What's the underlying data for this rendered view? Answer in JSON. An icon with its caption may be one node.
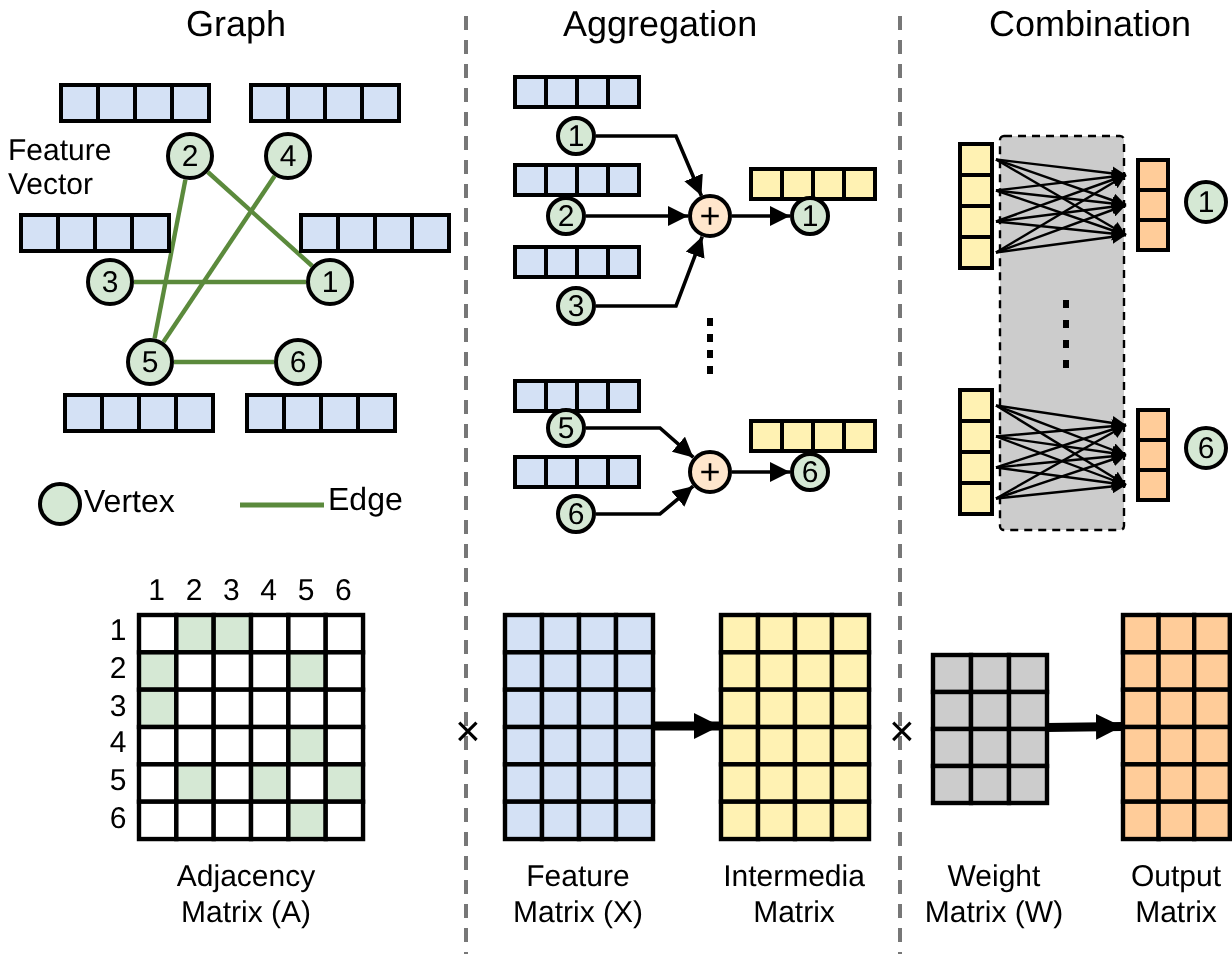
{
  "diagram": {
    "nodes": [
      {
        "text": [
          "2"
        ]
      },
      {
        "text": [
          "4"
        ]
      },
      {
        "text": [
          "3"
        ]
      },
      {
        "text": [
          "1"
        ]
      },
      {
        "text": [
          "5"
        ]
      },
      {
        "text": [
          "6"
        ]
      },
      {
        "text": [
          "1"
        ]
      },
      {
        "text": [
          "2"
        ]
      },
      {
        "text": [
          "3"
        ]
      },
      {
        "text": [
          "+"
        ]
      },
      {
        "text": [
          "1"
        ]
      },
      {
        "text": [
          "5"
        ]
      },
      {
        "text": [
          "6"
        ]
      },
      {
        "text": [
          "+"
        ]
      },
      {
        "text": [
          "6"
        ]
      },
      {
        "text": [
          "1"
        ]
      },
      {
        "text": [
          "6"
        ]
      },
      {
        "text": [
          "Adjacency Matrix (A)"
        ],
        "beside": [
          "1",
          "2",
          "3",
          "4",
          "5",
          "6",
          "1",
          "2",
          "3",
          "4",
          "5",
          "6"
        ]
      },
      {
        "text": [
          "Feature Matrix (X)"
        ]
      },
      {
        "text": [
          "Intermedia Matrix"
        ]
      },
      {
        "text": [
          "Weight Matrix (W)"
        ]
      },
      {
        "text": [
          "Output Matrix"
        ]
      }
    ],
    "edges": [
      {
        "from": 0,
        "to": 3,
        "arrow": "none",
        "color": "#5b8a3c"
      },
      {
        "from": 0,
        "to": 4,
        "arrow": "none",
        "color": "#5b8a3c"
      },
      {
        "from": 1,
        "to": 4,
        "arrow": "none",
        "color": "#5b8a3c"
      },
      {
        "from": 2,
        "to": 3,
        "arrow": "none",
        "color": "#5b8a3c"
      },
      {
        "from": 4,
        "to": 5,
        "arrow": "none",
        "color": "#5b8a3c"
      },
      {
        "from": 6,
        "to": 9,
        "arrow": "to"
      },
      {
        "from": 7,
        "to": 9,
        "arrow": "to"
      },
      {
        "from": 8,
        "to": 9,
        "arrow": "to"
      },
      {
        "from": 9,
        "to": 10,
        "arrow": "to"
      },
      {
        "from": 11,
        "to": 13,
        "arrow": "to"
      },
      {
        "from": 12,
        "to": 13,
        "arrow": "to"
      },
      {
        "from": 13,
        "to": 14,
        "arrow": "to"
      },
      {
        "from": 18,
        "to": 19,
        "arrow": "to",
        "style": "thick"
      },
      {
        "from": 20,
        "to": 21,
        "arrow": "to",
        "style": "thick"
      }
    ],
    "labels": [
      "Graph",
      "Aggregation",
      "Combination",
      "Feature Vector",
      "×",
      "×"
    ],
    "legend": [
      {
        "text": "Vertex"
      },
      {
        "text": "Edge"
      }
    ]
  }
}
